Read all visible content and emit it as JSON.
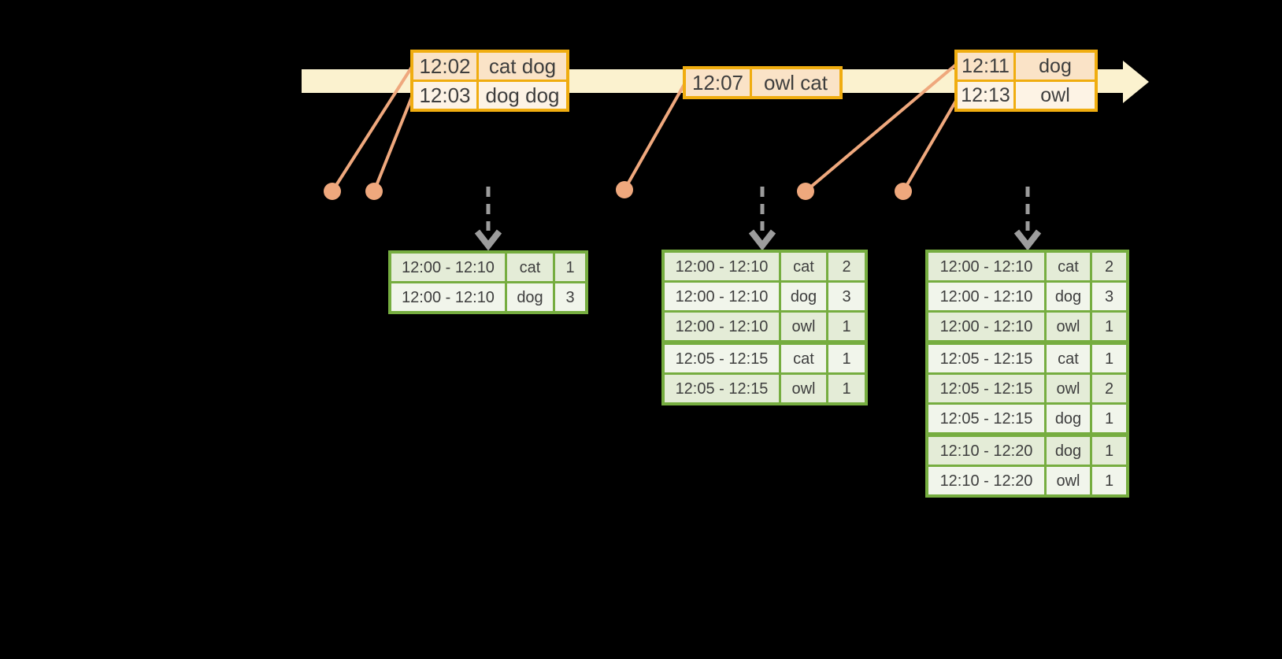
{
  "colors": {
    "band": "#FBF2CF",
    "gold": "#F0AD10",
    "peach-dark": "#FAE3C7",
    "peach-light": "#FDF3E5",
    "salmon": "#EFA87D",
    "green": "#76AD40",
    "cell-tint": "#E4ECD7",
    "cell-lite": "#F1F5EB",
    "arrow-gray": "#9C9C9C",
    "text": "#3E3E3E"
  },
  "input_tables": [
    {
      "rows": [
        {
          "time": "12:02",
          "words": "cat dog"
        },
        {
          "time": "12:03",
          "words": "dog dog"
        }
      ]
    },
    {
      "rows": [
        {
          "time": "12:07",
          "words": "owl cat"
        }
      ]
    },
    {
      "rows": [
        {
          "time": "12:11",
          "words": "dog"
        },
        {
          "time": "12:13",
          "words": "owl"
        }
      ]
    }
  ],
  "result_tables": [
    {
      "rows": [
        {
          "window": "12:00 - 12:10",
          "word": "cat",
          "count": "1"
        },
        {
          "window": "12:00 - 12:10",
          "word": "dog",
          "count": "3"
        }
      ]
    },
    {
      "rows": [
        {
          "window": "12:00 - 12:10",
          "word": "cat",
          "count": "2"
        },
        {
          "window": "12:00 - 12:10",
          "word": "dog",
          "count": "3"
        },
        {
          "window": "12:00 - 12:10",
          "word": "owl",
          "count": "1"
        },
        {
          "window": "12:05 - 12:15",
          "word": "cat",
          "count": "1"
        },
        {
          "window": "12:05 - 12:15",
          "word": "owl",
          "count": "1"
        }
      ]
    },
    {
      "rows": [
        {
          "window": "12:00 - 12:10",
          "word": "cat",
          "count": "2"
        },
        {
          "window": "12:00 - 12:10",
          "word": "dog",
          "count": "3"
        },
        {
          "window": "12:00 - 12:10",
          "word": "owl",
          "count": "1"
        },
        {
          "window": "12:05 - 12:15",
          "word": "cat",
          "count": "1"
        },
        {
          "window": "12:05 - 12:15",
          "word": "owl",
          "count": "2"
        },
        {
          "window": "12:05 - 12:15",
          "word": "dog",
          "count": "1"
        },
        {
          "window": "12:10 - 12:20",
          "word": "dog",
          "count": "1"
        },
        {
          "window": "12:10 - 12:20",
          "word": "owl",
          "count": "1"
        }
      ]
    }
  ]
}
